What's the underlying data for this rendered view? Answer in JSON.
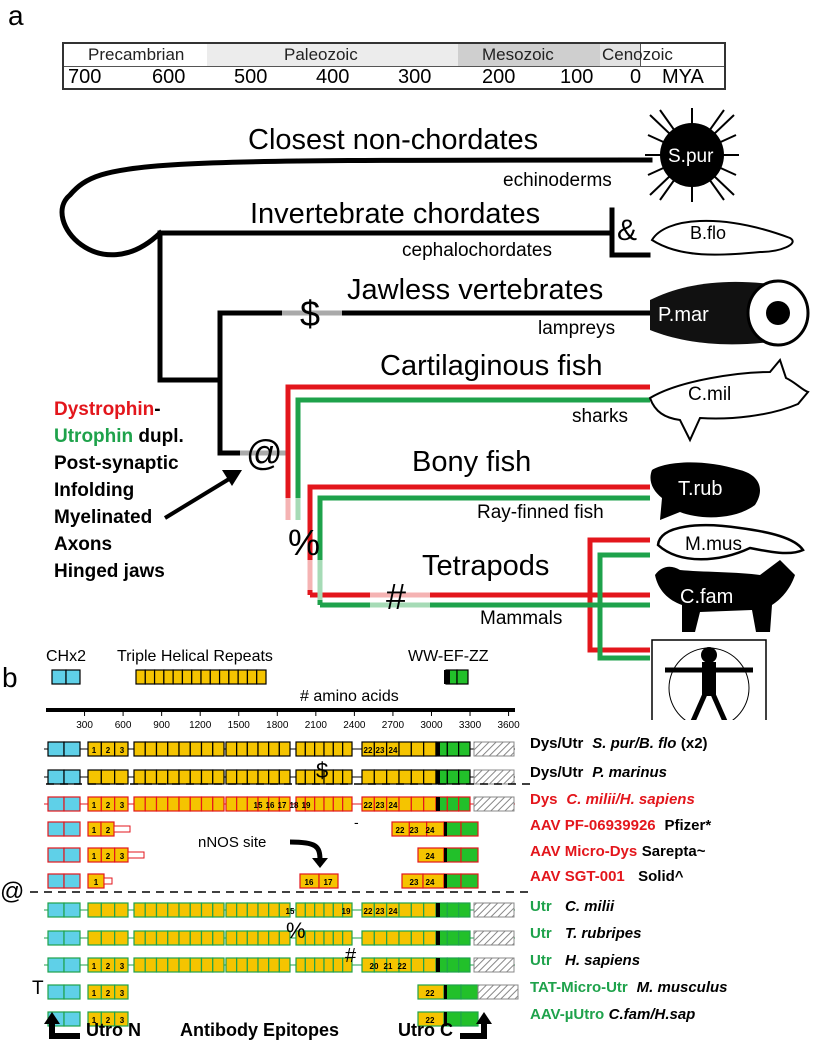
{
  "panel_a": {
    "letter": "a",
    "timescale": {
      "eras": [
        "Precambrian",
        "Paleozoic",
        "Mesozoic",
        "Cenozoic"
      ],
      "ticks": [
        "700",
        "600",
        "500",
        "400",
        "300",
        "200",
        "100",
        "0"
      ],
      "unit": "MYA"
    },
    "clades": [
      {
        "name": "Closest non-chordates",
        "sub": "echinoderms",
        "species": "S.pur"
      },
      {
        "name": "Invertebrate chordates",
        "sub": "cephalochordates",
        "species": "B.flo"
      },
      {
        "name": "Jawless vertebrates",
        "sub": "lampreys",
        "species": "P.mar"
      },
      {
        "name": "Cartilaginous fish",
        "sub": "sharks",
        "species": "C.mil"
      },
      {
        "name": "Bony fish",
        "sub": "Ray-finned fish",
        "species": "T.rub"
      },
      {
        "name": "Tetrapods",
        "sub": "Mammals",
        "species_1": "M.mus",
        "species_2": "C.fam"
      }
    ],
    "symbols": {
      "amp": "&",
      "dollar": "$",
      "at": "@",
      "percent": "%",
      "hash": "#"
    },
    "annotation": {
      "dys": "Dystrophin",
      "dash": "-",
      "utr": "Utrophin",
      "dupl": " dupl.",
      "line2": "Post-synaptic",
      "line3": "Infolding",
      "line4": "Myelinated",
      "line5": "Axons",
      "line6": "Hinged jaws"
    },
    "colors": {
      "dystrophin": "#e3161c",
      "utrophin": "#1ea24b",
      "ancestral": "#000000"
    }
  },
  "panel_b": {
    "letter": "b",
    "domains": {
      "ch": "CHx2",
      "thr": "Triple Helical Repeats",
      "ww": "WW-EF-ZZ"
    },
    "axis_label": "# amino acids",
    "ticks": [
      "300",
      "600",
      "900",
      "1200",
      "1500",
      "1800",
      "2100",
      "2400",
      "2700",
      "3000",
      "3300",
      "3600"
    ],
    "nnos": "nNOS site",
    "at": "@",
    "t": "T",
    "dollar": "$",
    "percent": "%",
    "hash": "#",
    "dash_mark": "-",
    "rows": [
      {
        "name": "Dys/Utr",
        "species": "S. pur/B. flo",
        "extra": "(x2)"
      },
      {
        "name": "Dys/Utr",
        "species": "P. marinus"
      },
      {
        "name": "Dys",
        "species": "C. milii/H. sapiens"
      },
      {
        "name": "AAV PF-06939926",
        "company": "Pfizer*"
      },
      {
        "name": "AAV Micro-Dys",
        "company": "Sarepta~"
      },
      {
        "name": "AAV SGT-001",
        "company": "Solid^"
      },
      {
        "name": "Utr",
        "species": "C. milii"
      },
      {
        "name": "Utr",
        "species": "T. rubripes"
      },
      {
        "name": "Utr",
        "species": "H. sapiens"
      },
      {
        "name": "TAT-Micro-Utr",
        "species": "M. musculus"
      },
      {
        "name": "AAV-µUtro",
        "species": "C.fam/H.sap"
      }
    ],
    "box_labels": {
      "r1": [
        "1",
        "2",
        "3",
        "22",
        "23",
        "24"
      ],
      "r3": [
        "1",
        "2",
        "3",
        "15",
        "16",
        "17",
        "18",
        "19",
        "22",
        "23",
        "24"
      ],
      "r4": [
        "1",
        "2",
        "22",
        "23",
        "24"
      ],
      "r5": [
        "1",
        "2",
        "3",
        "24"
      ],
      "r6": [
        "1",
        "16",
        "17",
        "23",
        "24"
      ],
      "r7": [
        "15",
        "19",
        "22",
        "23",
        "24"
      ],
      "r9": [
        "1",
        "2",
        "3",
        "20",
        "21",
        "22"
      ],
      "r10": [
        "1",
        "2",
        "3",
        "22"
      ],
      "r11": [
        "1",
        "2",
        "3",
        "22"
      ]
    },
    "epitopes": {
      "n": "Utro N",
      "mid": "Antibody Epitopes",
      "c": "Utro C"
    }
  }
}
